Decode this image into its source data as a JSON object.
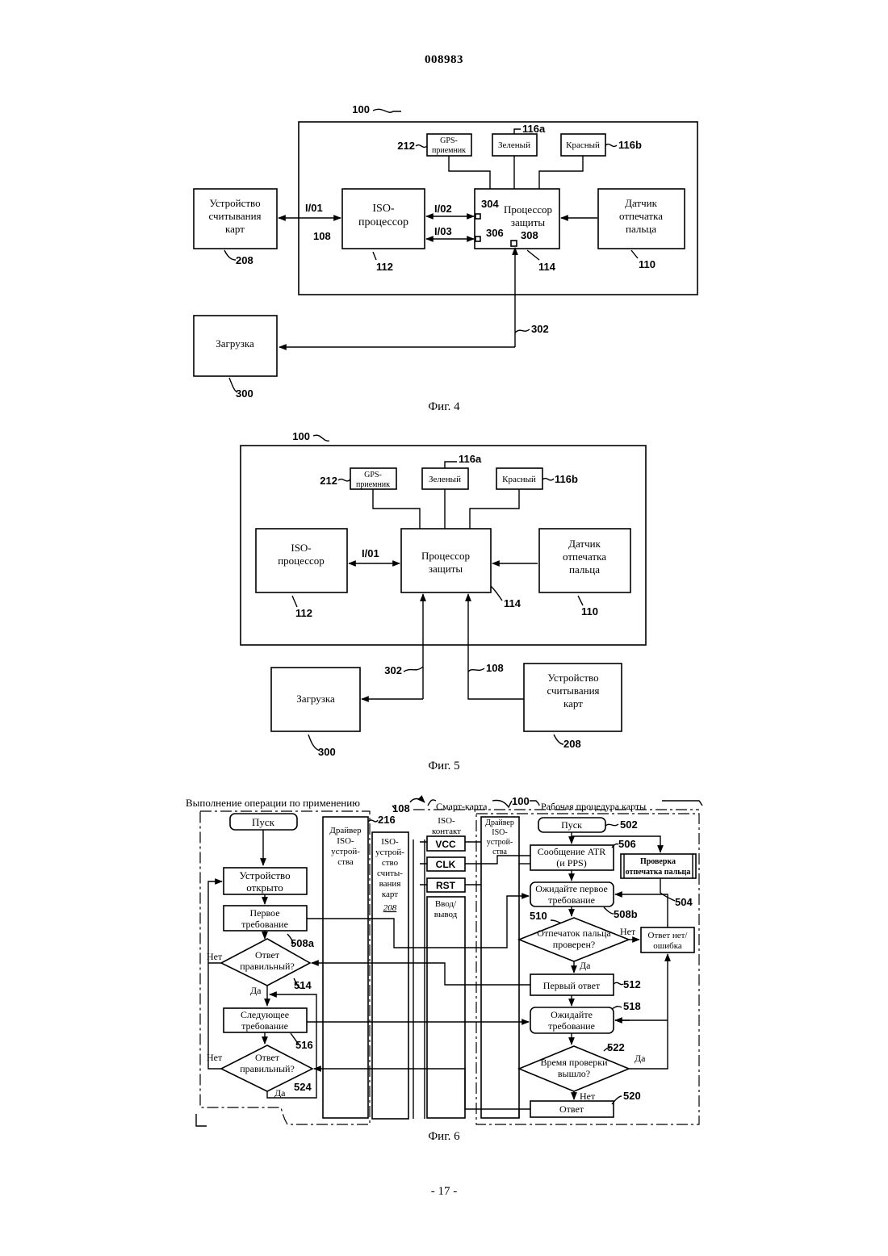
{
  "header": {
    "patent_number": "008983"
  },
  "footer": {
    "page": "- 17 -"
  },
  "fig4": {
    "caption": "Фиг. 4",
    "ref": {
      "card": "100",
      "gps": "212",
      "green": "116a",
      "red": "116b",
      "card_reader": "208",
      "io_ref": "108",
      "iso_proc": "112",
      "sec_proc": "114",
      "fingerprint": "110",
      "p304": "304",
      "p306": "306",
      "p308": "308",
      "link": "302",
      "load": "300"
    },
    "gps": [
      "GPS-",
      "приемник"
    ],
    "green": "Зеленый",
    "red": "Красный",
    "card_reader": [
      "Устройство",
      "считывания",
      "карт"
    ],
    "iso_proc": [
      "ISO-",
      "процессор"
    ],
    "sec_proc": [
      "Процессор",
      "защиты"
    ],
    "fingerprint": [
      "Датчик",
      "отпечатка",
      "пальца"
    ],
    "io1": "I/01",
    "io2": "I/02",
    "io3": "I/03",
    "load": "Загрузка"
  },
  "fig5": {
    "caption": "Фиг. 5",
    "ref": {
      "card": "100",
      "gps": "212",
      "green": "116a",
      "red": "116b",
      "iso_proc": "112",
      "sec_proc": "114",
      "fingerprint": "110",
      "link": "302",
      "reader_link": "108",
      "load": "300",
      "card_reader": "208"
    },
    "gps": [
      "GPS-",
      "приемник"
    ],
    "green": "Зеленый",
    "red": "Красный",
    "iso_proc": [
      "ISO-",
      "процессор"
    ],
    "sec_proc": [
      "Процессор",
      "защиты"
    ],
    "fingerprint": [
      "Датчик",
      "отпечатка",
      "пальца"
    ],
    "io1": "I/01",
    "load": "Загрузка",
    "card_reader": [
      "Устройство",
      "считывания",
      "карт"
    ]
  },
  "fig6": {
    "caption": "Фиг. 6",
    "app_title": "Выполнение операции по применению",
    "smartcard": "Смарт-карта",
    "card_proc": "Рабочая процедура карты",
    "ref": {
      "r108": "108",
      "r100": "100",
      "r216": "216",
      "r502": "502",
      "r506": "506",
      "r504": "504",
      "r508b": "508b",
      "r510": "510",
      "r508a": "508a",
      "r514": "514",
      "r512": "512",
      "r518": "518",
      "r516": "516",
      "r522": "522",
      "r524": "524",
      "r520": "520"
    },
    "start_left": "Пуск",
    "driver_left": [
      "Драйвер",
      "ISO-",
      "устрой-",
      "ства"
    ],
    "reader_col": [
      "ISO-",
      "устрой-",
      "ство",
      "считы-",
      "вания",
      "карт",
      "208"
    ],
    "iso_contact": [
      "ISO-",
      "контакт"
    ],
    "vcc": "VCC",
    "clk": "CLK",
    "rst": "RST",
    "io": [
      "Ввод/",
      "вывод"
    ],
    "driver_right": [
      "Драйвер",
      "ISO-",
      "устрой-",
      "ства"
    ],
    "device_open": [
      "Устройство",
      "открыто"
    ],
    "first_req": [
      "Первое",
      "требование"
    ],
    "answer_ok": [
      "Ответ",
      "правильный?"
    ],
    "no": "Нет",
    "yes": "Да",
    "next_req": [
      "Следующее",
      "требование"
    ],
    "start_right": "Пуск",
    "atr": [
      "Сообщение ATR",
      "(и PPS)"
    ],
    "fp_check": [
      "Проверка",
      "отпечатка пальца"
    ],
    "wait_first": [
      "Ожидайте первое",
      "требование"
    ],
    "fp_verified": [
      "Отпечаток пальца",
      "проверен?"
    ],
    "reply_error": [
      "Ответ нет/",
      "ошибка"
    ],
    "first_reply": "Первый ответ",
    "wait_req": [
      "Ожидайте",
      "требование"
    ],
    "timeout": [
      "Время проверки",
      "вышло?"
    ],
    "reply": "Ответ"
  }
}
